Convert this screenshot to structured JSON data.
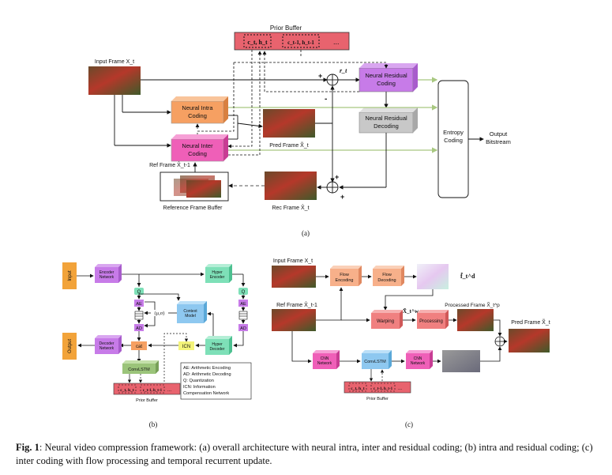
{
  "panel_a": {
    "prior_buffer_title": "Prior Buffer",
    "prior_cell_1": "c_t, h_t",
    "prior_cell_2": "c_t-1, h_t-1",
    "prior_ellipsis": "...",
    "input_frame": "Input Frame X_t",
    "intra_coding": "Neural Intra Coding",
    "inter_coding": "Neural Inter Coding",
    "residual_coding": "Neural Residual Coding",
    "residual_decoding": "Neural Residual Decoding",
    "entropy_coding": "Entropy Coding",
    "output_bitstream": "Output Bitstream",
    "pred_frame": "Pred Frame X̃_t",
    "ref_frame": "Ref Frame X̂_t-1",
    "ref_buffer": "Reference Frame Buffer",
    "rec_frame": "Rec Frame X̂_t",
    "residual_symbol": "r_t",
    "plus": "+",
    "minus": "-",
    "label": "(a)"
  },
  "panel_b": {
    "input": "Input",
    "output": "Output",
    "encoder": "Encoder Network",
    "decoder": "Decoder Network",
    "hyper_encoder": "Hyper Encoder",
    "hyper_decoder": "Hyper Decoder",
    "context_model": "Context Model",
    "q": "Q",
    "ae": "AE",
    "ad": "AD",
    "mu_sigma": "(μ,σ)",
    "icn": "ICN",
    "cat": "cat",
    "convlstm": "ConvLSTM",
    "prior_buffer": "Prior Buffer",
    "legend": [
      "AE: Arithmetic Encoding",
      "AD: Arithmetic Decoding",
      "Q: Quantization",
      "ICN: Information",
      "Compensation Network"
    ],
    "label": "(b)"
  },
  "panel_c": {
    "input_frame": "Input Frame X_t",
    "flow_encoding": "Flow Encoding",
    "flow_decoding": "Flow Decoding",
    "flow_symbol": "f̂_t^d",
    "ref_frame": "Ref Frame X̂_t-1",
    "warping": "Warping",
    "warped_symbol": "X̃_t^w",
    "processing": "Processing",
    "processed_frame": "Processed Frame X̃_t^p",
    "pred_frame": "Pred Frame X̃_t",
    "cnn_network": "CNN Network",
    "convlstm": "ConvLSTM",
    "prior_buffer": "Prior Buffer",
    "label": "(c)"
  },
  "caption": {
    "fig": "Fig. 1",
    "text": ": Neural video compression framework: (a) overall architecture with neural intra, inter and residual coding; (b) intra and residual coding; (c) inter coding with flow processing and temporal recurrent update."
  },
  "colors": {
    "prior_buffer": "#e8636e",
    "intra": "#f6a062",
    "inter": "#ef5fb8",
    "residual": "#c77be8",
    "residual_decoding": "#c8c8c8",
    "flow": "#f7b08a",
    "warping": "#f08080",
    "hyper": "#7ee0b8",
    "context": "#8ec8f0",
    "icn": "#f4f47a",
    "convlstm": "#9bc47a",
    "input_orange": "#f2a33a",
    "green_arrow": "#a8c880"
  }
}
